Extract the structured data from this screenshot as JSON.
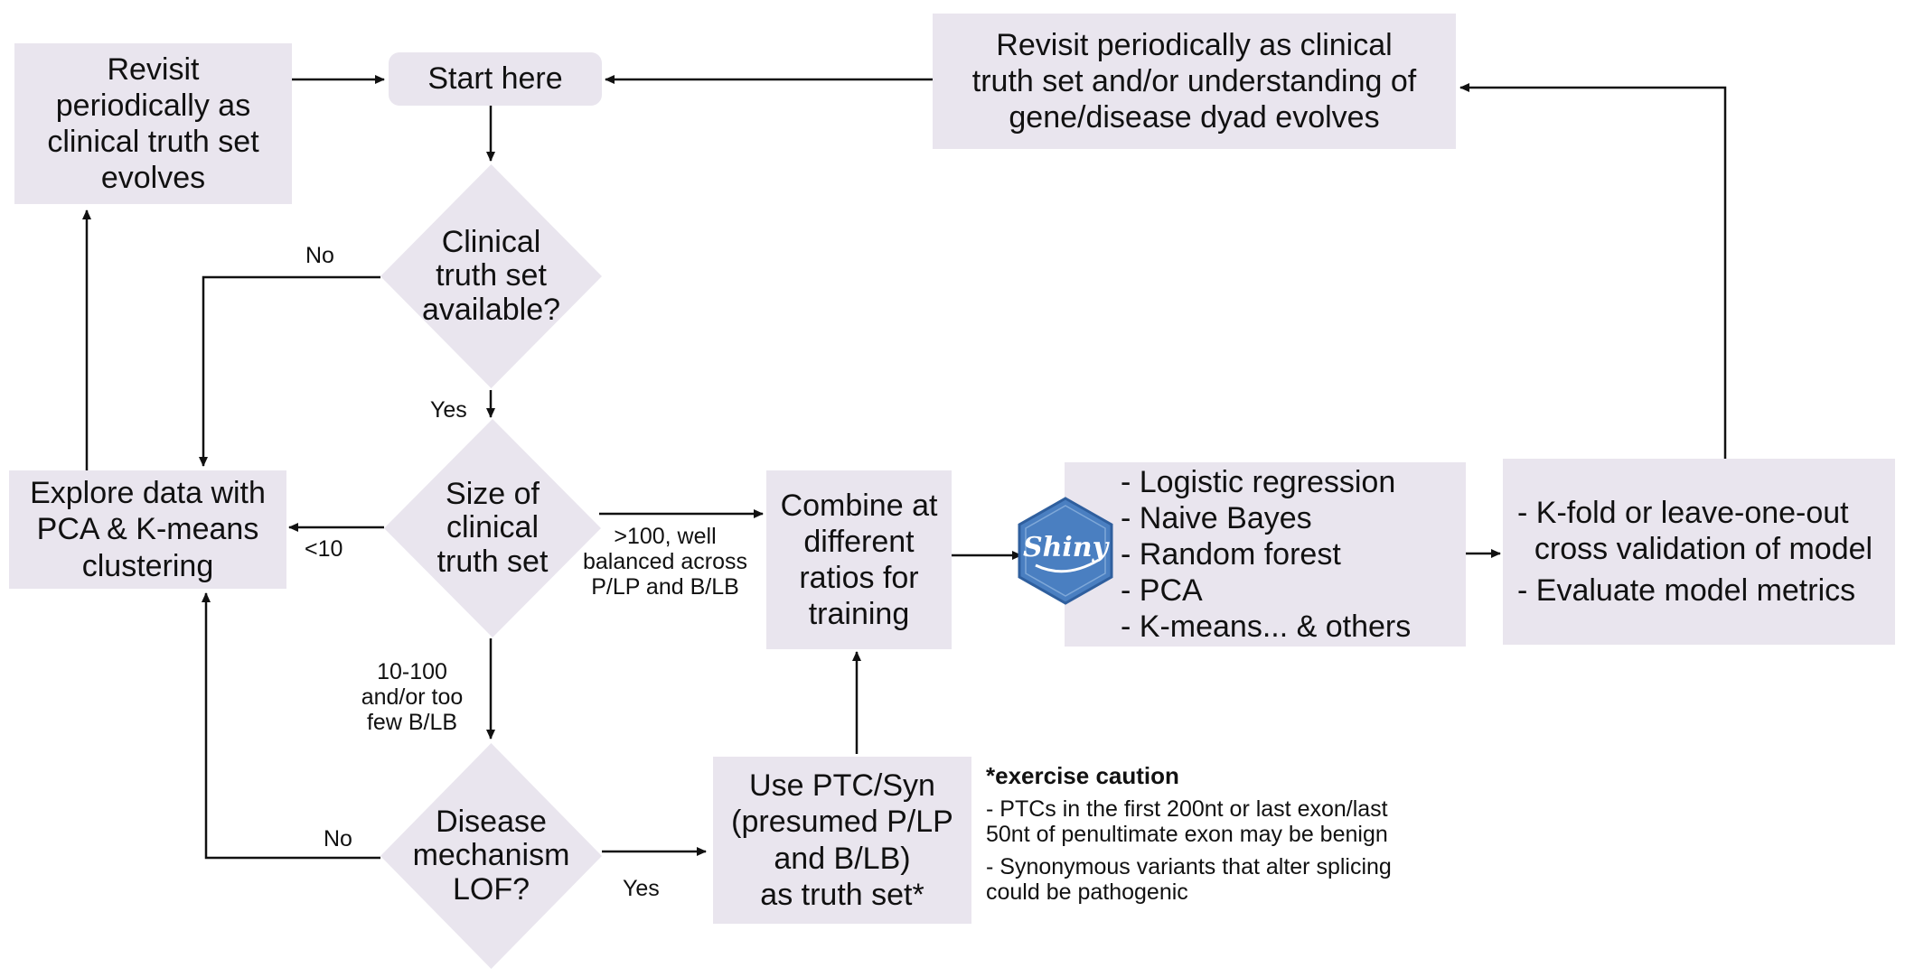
{
  "nodes": {
    "start": "Start here",
    "revisit_left": "Revisit\nperiodically as\nclinical truth set\nevolves",
    "revisit_top": "Revisit periodically as clinical\ntruth set and/or understanding of\ngene/disease dyad evolves",
    "q_available": "Clinical\ntruth set\navailable?",
    "q_size": "Size of\nclinical\ntruth set",
    "explore": "Explore data with\nPCA & K-means\nclustering",
    "combine": "Combine at\ndifferent\nratios for\ntraining",
    "q_lof": "Disease\nmechanism\nLOF?",
    "use_ptc": "Use PTC/Syn\n(presumed P/LP\nand B/LB)\nas truth set*",
    "models": [
      "- Logistic regression",
      "- Naive Bayes",
      "- Random forest",
      "- PCA",
      "- K-means... & others"
    ],
    "validation": [
      "- K-fold or leave-one-out\n  cross validation of model",
      "- Evaluate model metrics"
    ]
  },
  "edge_labels": {
    "no_top": "No",
    "yes": "Yes",
    "lt10": "<10",
    "gt100": ">100, well\nbalanced across\nP/LP and B/LB",
    "mid": "10-100\nand/or too\nfew B/LB",
    "no_bottom": "No",
    "yes_bottom": "Yes"
  },
  "caution": {
    "title": "*exercise caution",
    "items": [
      "- PTCs in the first 200nt or last exon/last\n50nt of penultimate exon may be benign",
      "- Synonymous variants that alter splicing\ncould be pathogenic"
    ]
  },
  "logo": {
    "text": "Shiny",
    "icon": "shiny-logo-icon",
    "color": "#4a7fc1"
  },
  "colors": {
    "box_fill": "#e9e5ee",
    "line": "#111111"
  }
}
